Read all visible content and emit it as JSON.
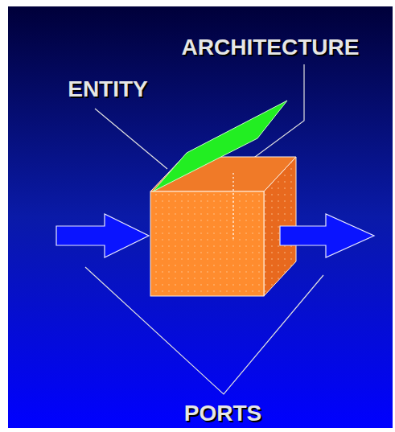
{
  "diagram": {
    "labels": [
      "ARCHITECTURE",
      "ENTITY",
      "PORTS"
    ]
  }
}
